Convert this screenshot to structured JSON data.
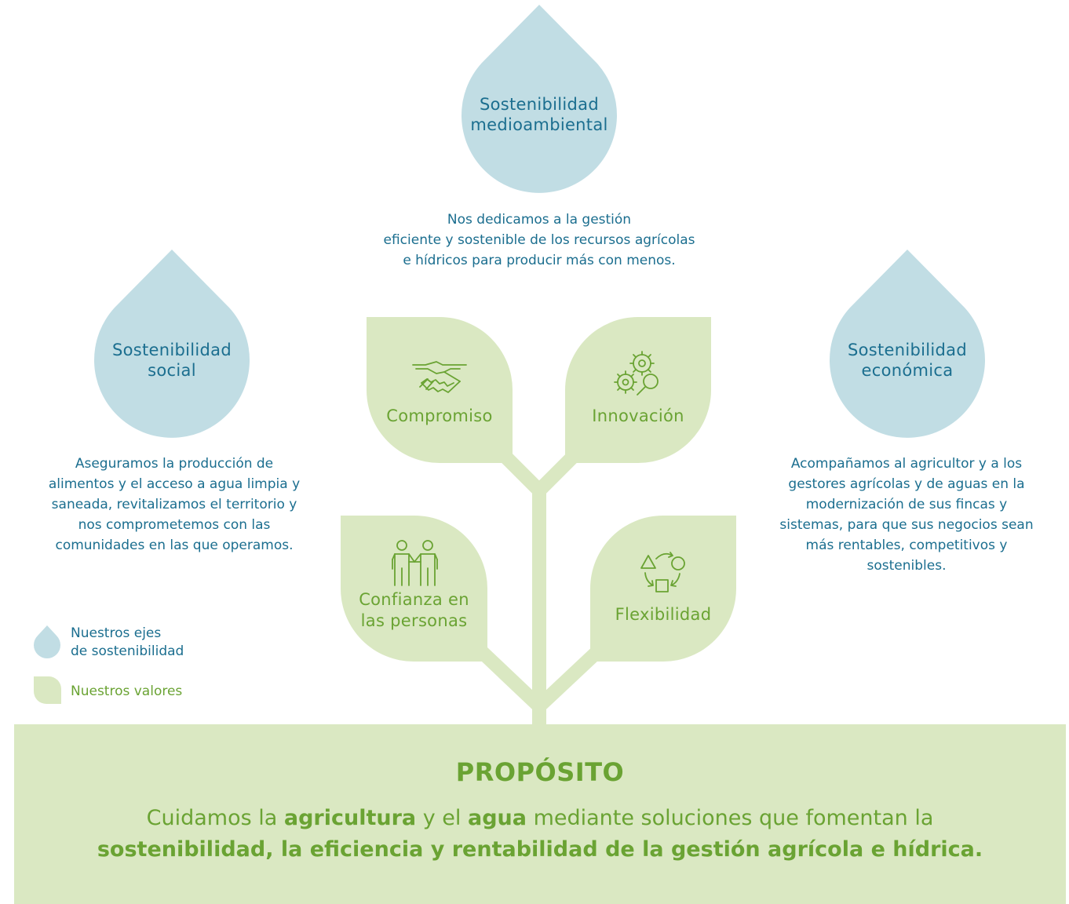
{
  "colors": {
    "drop": "#c1dde4",
    "leaf": "#dae8c2",
    "text_blue": "#1b6e8f",
    "text_green": "#6aa333"
  },
  "axes": {
    "environmental": {
      "title_line1": "Sostenibilidad",
      "title_line2": "medioambiental",
      "description": [
        "Nos dedicamos a la gestión",
        "eficiente y sostenible de los recursos agrícolas",
        "e hídricos para producir más con menos."
      ]
    },
    "social": {
      "title_line1": "Sostenibilidad",
      "title_line2": "social",
      "description": [
        "Aseguramos la producción de",
        "alimentos y el acceso a agua limpia y",
        "saneada, revitalizamos el territorio y",
        "nos comprometemos con las",
        "comunidades en las que operamos."
      ]
    },
    "economic": {
      "title_line1": "Sostenibilidad",
      "title_line2": "económica",
      "description": [
        "Acompañamos al agricultor y a los",
        "gestores agrícolas y de aguas en la",
        "modernización de sus fincas y",
        "sistemas, para que sus negocios sean",
        "más rentables, competitivos y",
        "sostenibles."
      ]
    }
  },
  "values": {
    "commitment": {
      "label": "Compromiso",
      "icon": "handshake-icon"
    },
    "innovation": {
      "label": "Innovación",
      "icon": "gears-magnifier-icon"
    },
    "trust": {
      "label_line1": "Confianza en",
      "label_line2": "las personas",
      "icon": "people-icon"
    },
    "flexibility": {
      "label": "Flexibilidad",
      "icon": "shapes-cycle-icon"
    }
  },
  "legend": {
    "axes_line1": "Nuestros ejes",
    "axes_line2": "de sostenibilidad",
    "values": "Nuestros valores"
  },
  "purpose": {
    "title": "PROPÓSITO",
    "t1": "Cuidamos la ",
    "b1": "agricultura",
    "t2": " y el ",
    "b2": "agua",
    "t3": " mediante soluciones que fomentan la",
    "b3": "sostenibilidad, la eficiencia y rentabilidad de la gestión agrícola e hídrica."
  }
}
